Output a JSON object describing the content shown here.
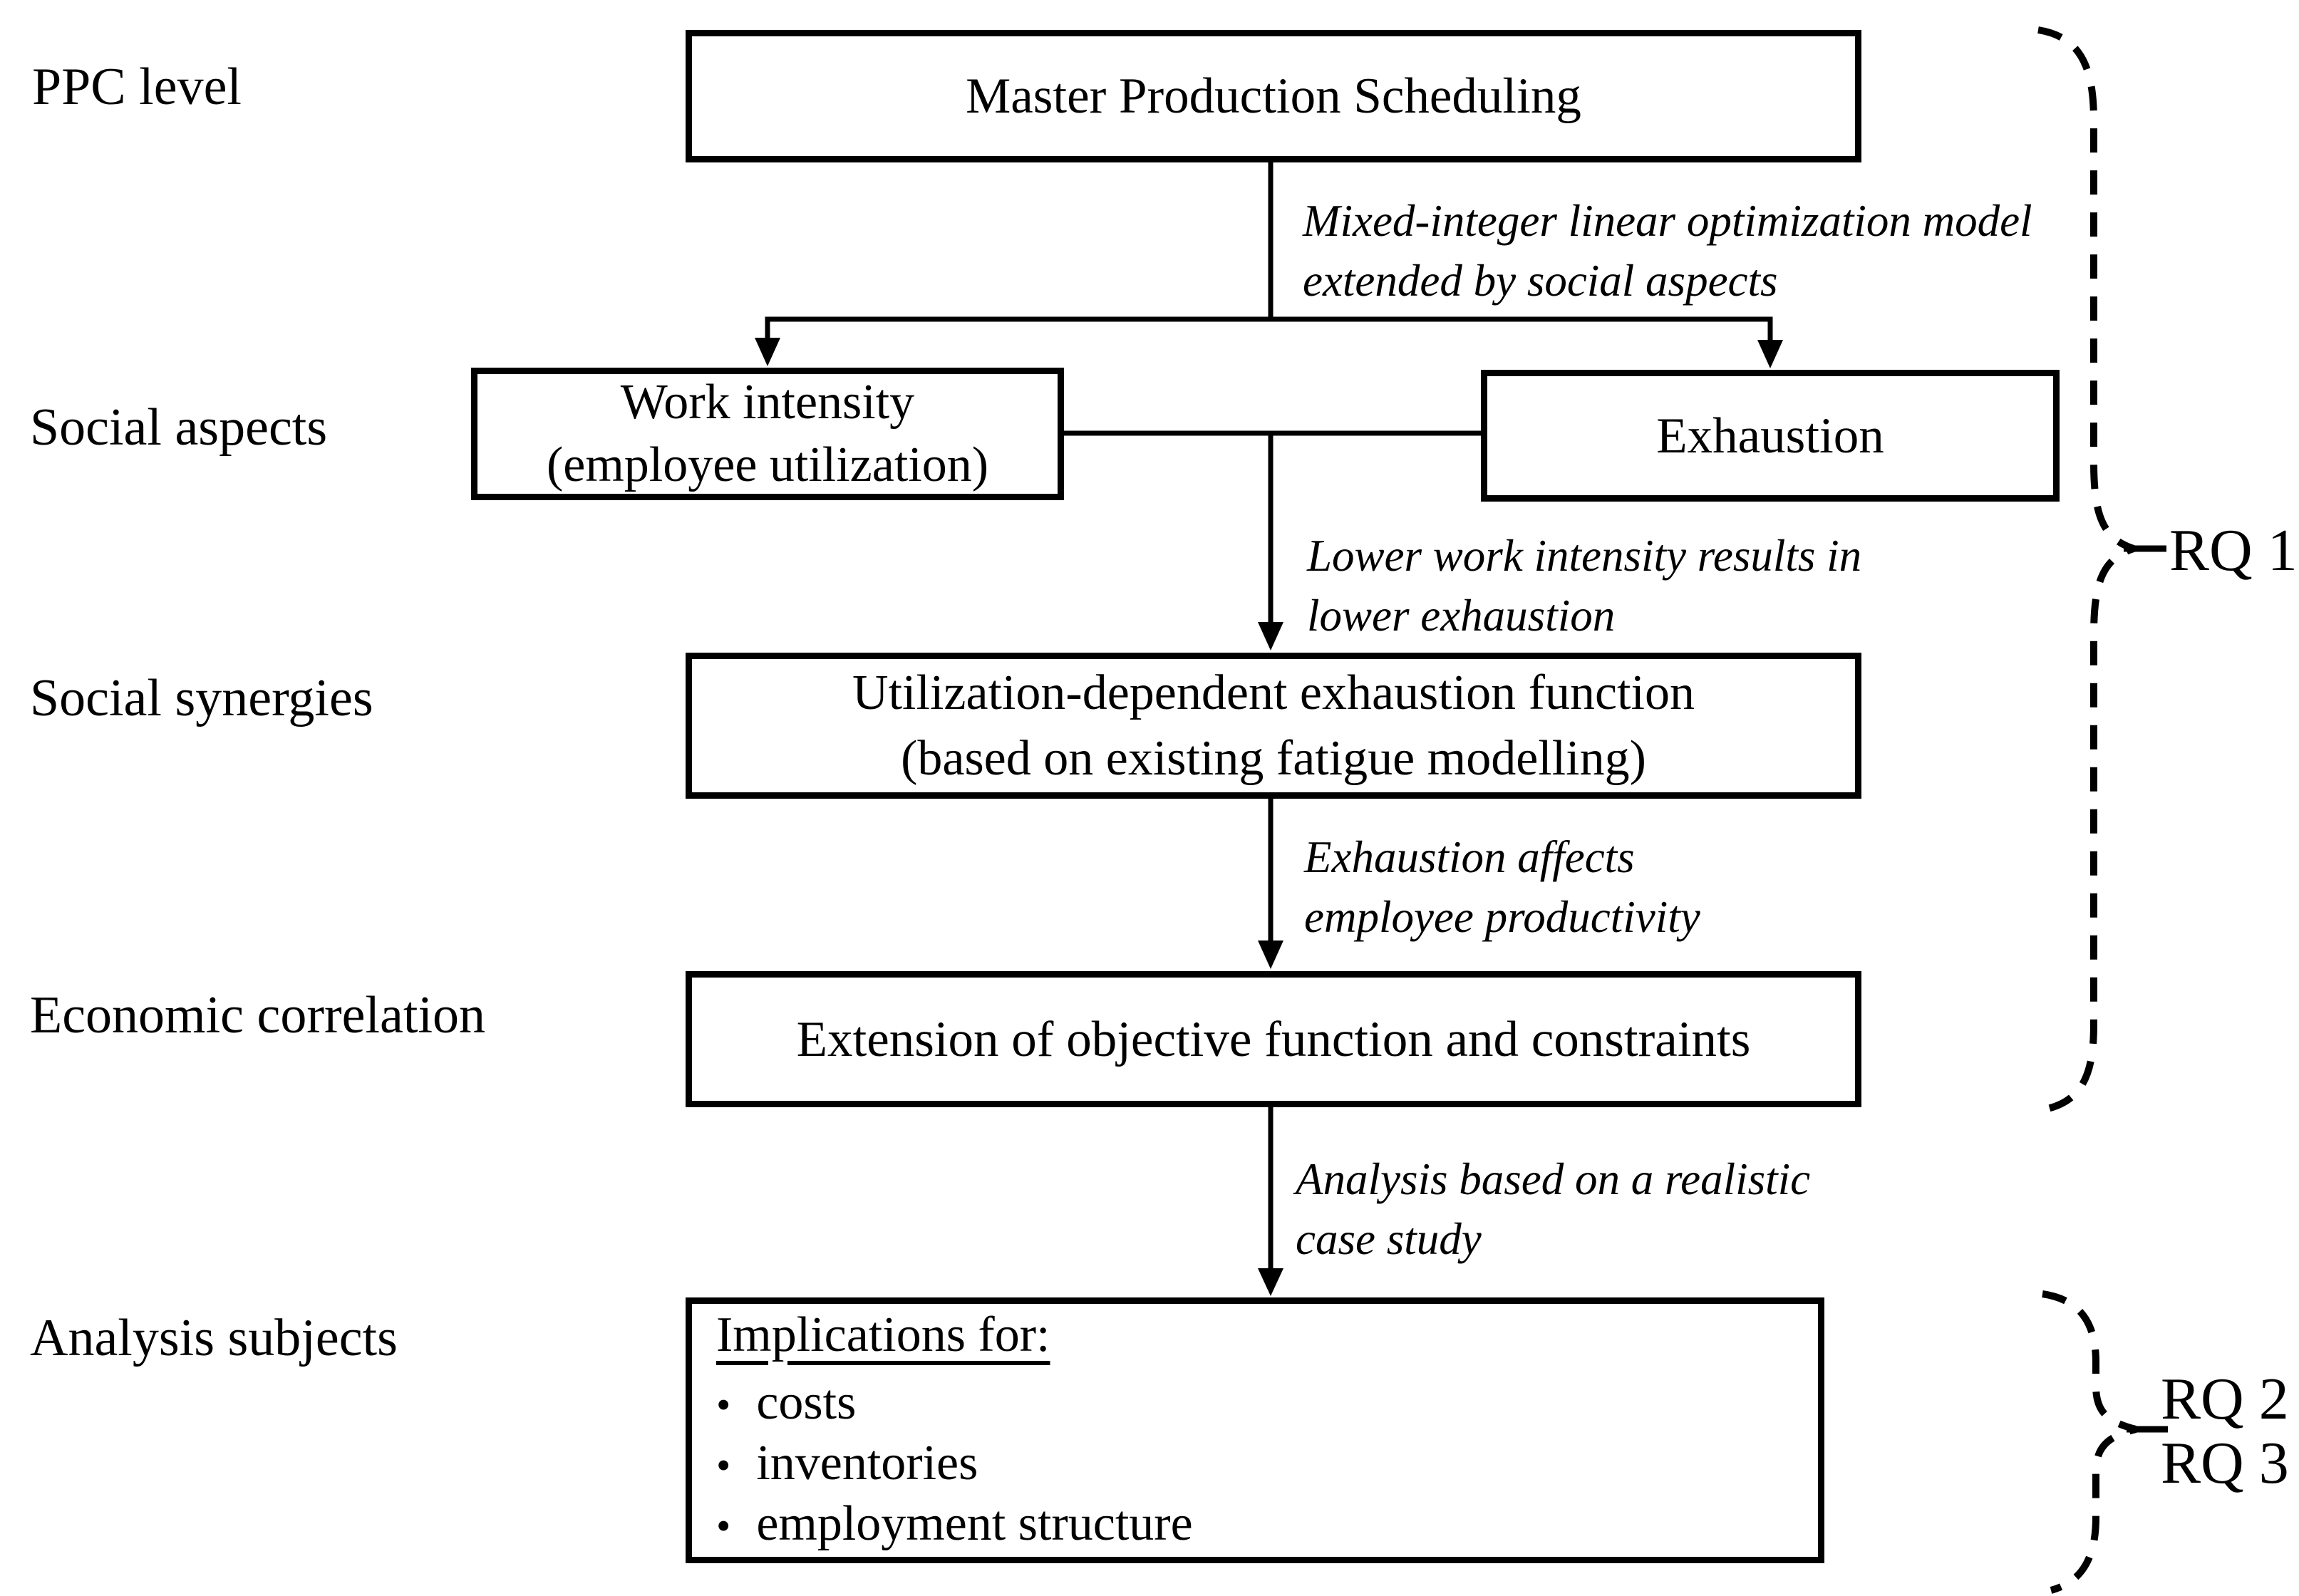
{
  "colors": {
    "ink": "#000000",
    "paper": "#ffffff"
  },
  "row_labels": {
    "ppc_level": "PPC level",
    "social_aspects": "Social aspects",
    "social_synergies": "Social synergies",
    "economic_correlation": "Economic correlation",
    "analysis_subjects": "Analysis subjects"
  },
  "boxes": {
    "master": "Master Production Scheduling",
    "work_intensity": "Work intensity\n(employee utilization)",
    "exhaustion": "Exhaustion",
    "utilization_function": "Utilization-dependent exhaustion function\n(based on existing fatigue modelling)",
    "extension": "Extension of objective function and constraints",
    "implications": {
      "title": "Implications for:",
      "bullet": "•",
      "items": [
        "costs",
        "inventories",
        "employment structure"
      ]
    }
  },
  "edge_annotations": {
    "master_to_social": "Mixed-integer linear optimization model\nextended by social aspects",
    "social_to_synergies": "Lower work intensity results in\nlower exhaustion",
    "synergies_to_economic": "Exhaustion affects\nemployee productivity",
    "economic_to_analysis": "Analysis based on a realistic\ncase study"
  },
  "research_questions": {
    "rq1": "RQ 1",
    "rq2": "RQ 2",
    "rq3": "RQ 3"
  }
}
